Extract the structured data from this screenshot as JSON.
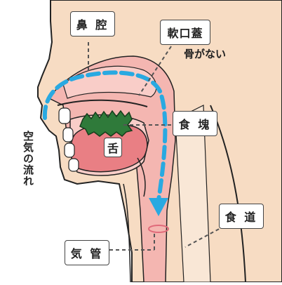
{
  "labels": {
    "nasal_cavity": "鼻 腔",
    "soft_palate": "軟口蓋",
    "no_bone": "骨がない",
    "food_bolus": "食 塊",
    "tongue": "舌",
    "esophagus": "食 道",
    "trachea": "気 管",
    "airflow": "空気の流れ"
  },
  "colors": {
    "skin": "#f7dcc3",
    "outline": "#222222",
    "cavity_pink": "#f4b6b1",
    "tongue": "#e97f84",
    "bolus": "#2f7a3a",
    "airflow_arrow": "#29a9e1",
    "trachea_ring": "#e06a7a",
    "leader_line": "#555555"
  }
}
